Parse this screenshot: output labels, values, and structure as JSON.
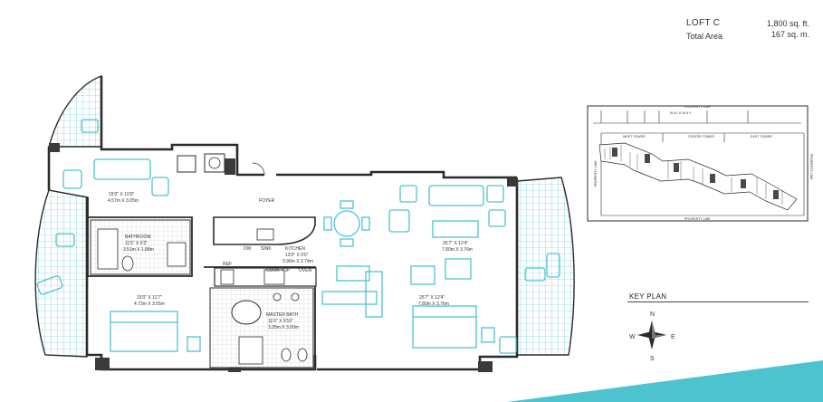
{
  "header": {
    "title": "LOFT C",
    "total_label": "Total Area",
    "area_sqft": "1,800 sq. ft.",
    "area_sqm": "167 sq. m."
  },
  "rooms": {
    "den": {
      "dim_imperial": "15'0\" X 10'0\"",
      "dim_metric": "4.57m X 3.05m"
    },
    "bathroom": {
      "name": "BATHROOM",
      "dim_imperial": "11'6\" X 6'2\"",
      "dim_metric": "3.51m X 1.88m"
    },
    "bedroom": {
      "dim_imperial": "15'0\" X 11'7\"",
      "dim_metric": "4.72m X 3.55m"
    },
    "foyer": {
      "name": "FOYER"
    },
    "kitchen": {
      "name": "KITCHEN",
      "dim_imperial": "13'0\" X 9'0\"",
      "dim_metric": "3.96m X 2.74m"
    },
    "living": {
      "dim_imperial": "25'7\" X 12'4\"",
      "dim_metric": "7.80m X 3.76m"
    },
    "master_bedroom": {
      "dim_imperial": "25'7\" X 12'4\"",
      "dim_metric": "7.80m X 3.76m"
    },
    "master_bath": {
      "name": "MASTER BATH",
      "dim_imperial": "11'0\" X 9'10\"",
      "dim_metric": "3.35m X 3.00m"
    }
  },
  "fixtures": {
    "dw": "DW",
    "sink": "SINK",
    "ref": "REF",
    "cooktop": "COOK TOP",
    "oven": "OVEN"
  },
  "key_plan": {
    "label": "KEY PLAN",
    "property_line_top": "PROPERTY LINE",
    "property_line_bottom": "PROPERTY LINE",
    "property_line_left": "PROPERTY LINE",
    "property_line_right": "PROPERTY LINE",
    "walkway": "W A L K W A Y",
    "tower_west": "WEST TOWER",
    "tower_center": "CENTER TOWER",
    "tower_east": "EAST TOWER"
  },
  "compass": {
    "n": "N",
    "s": "S",
    "e": "E",
    "w": "W"
  },
  "colors": {
    "accent": "#4ec3d0",
    "wall": "#2b2b2b",
    "corner": "#3a3a3a"
  }
}
